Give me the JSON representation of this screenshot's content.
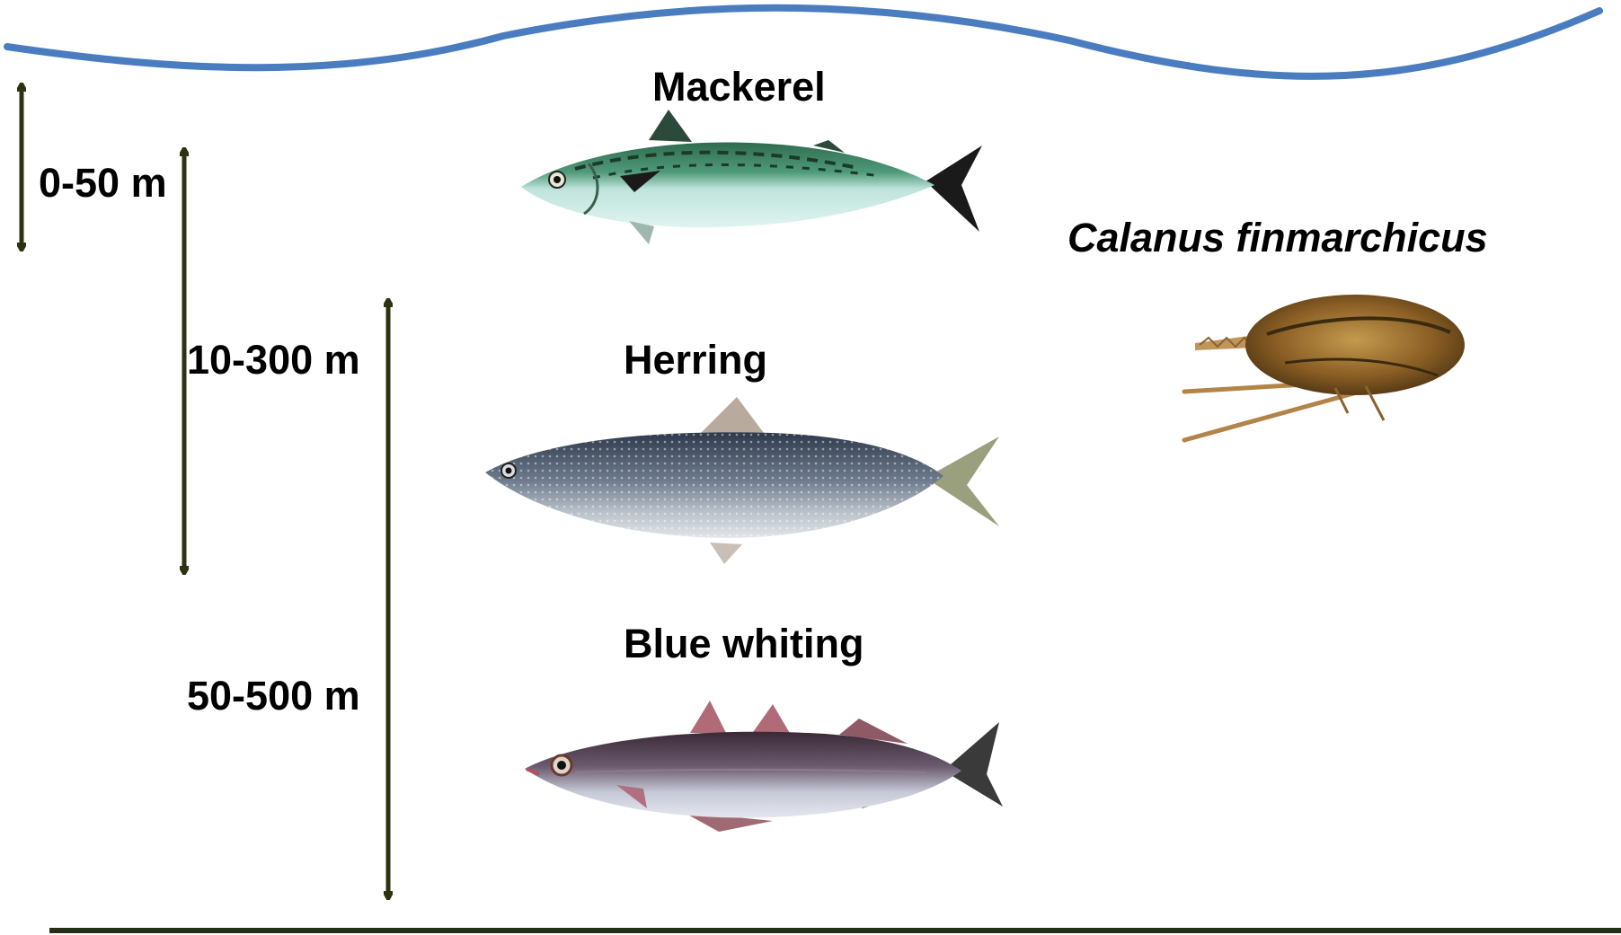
{
  "depth_ranges": [
    {
      "label": "0-50 m"
    },
    {
      "label": "10-300 m"
    },
    {
      "label": "50-500 m"
    }
  ],
  "species": [
    {
      "name": "Mackerel",
      "illustration": "mackerel-fish-illustration"
    },
    {
      "name": "Herring",
      "illustration": "herring-fish-illustration"
    },
    {
      "name": "Blue whiting",
      "illustration": "blue-whiting-fish-illustration"
    },
    {
      "name": "Calanus finmarchicus",
      "illustration": "copepod-illustration"
    }
  ],
  "colors": {
    "sea_surface": "#4a7cc0",
    "seabed": "#233016",
    "depth_arrow": "#2b3312",
    "text": "#000000"
  }
}
